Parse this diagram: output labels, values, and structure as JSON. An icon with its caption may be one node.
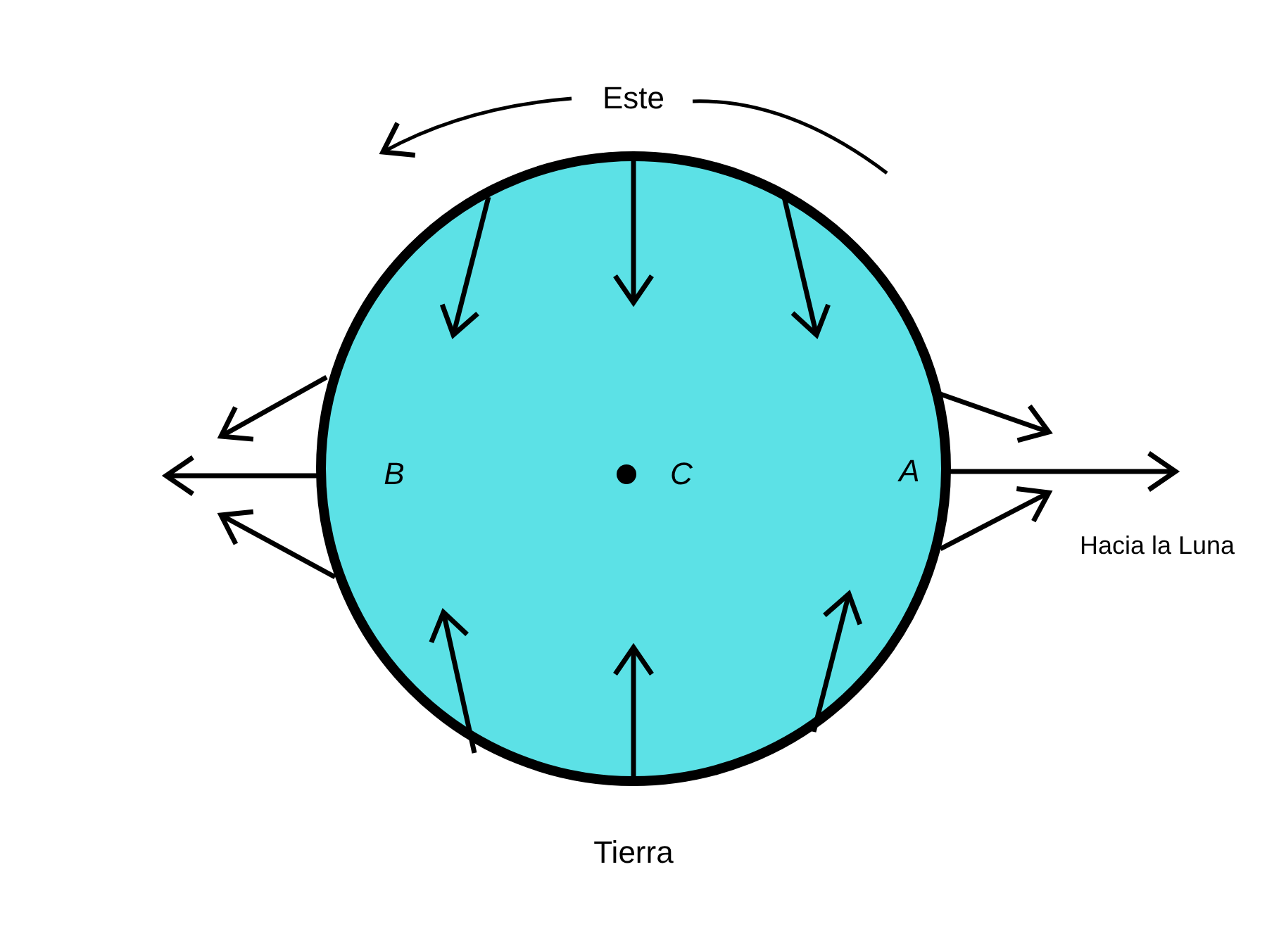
{
  "diagram": {
    "nodes": [
      {
        "text": [
          "Tierra"
        ]
      }
    ],
    "labels": [
      "Este",
      "B",
      "C",
      "A",
      "Hacia la Luna"
    ]
  }
}
